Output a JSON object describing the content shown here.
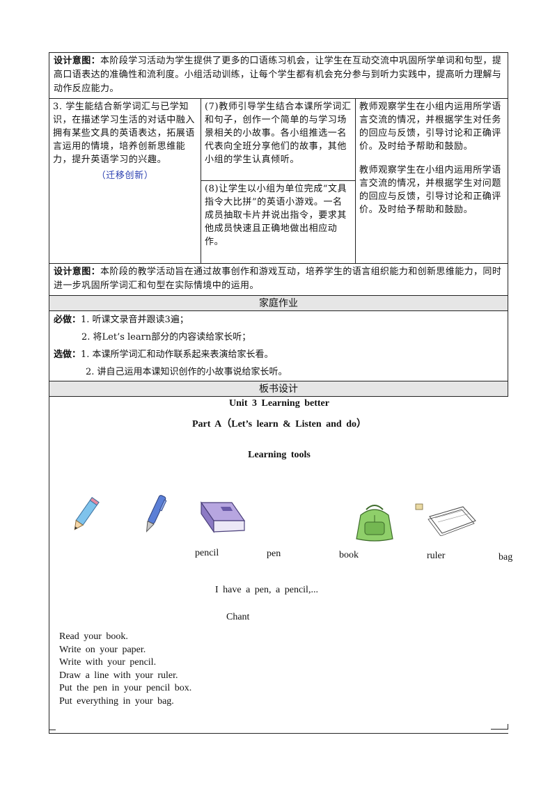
{
  "design_intent_1": {
    "label": "设计意图：",
    "text": "本阶段学习活动为学生提供了更多的口语练习机会，让学生在互动交流中巩固所学单词和句型，提高口语表达的准确性和流利度。小组活动训练，让每个学生都有机会充分参与到听力实践中，提高听力理解与动作反应能力。"
  },
  "activity": {
    "goal": "3. 学生能结合新学词汇与已学知识，在描述学习生活的对话中融入拥有某些文具的英语表达，拓展语言运用的情境，培养创新思维能力，提升英语学习的兴趣。",
    "goal_tag": "（迁移创新）",
    "step7": "(7)教师引导学生结合本课所学词汇和句子，创作一个简单的与学习场景相关的小故事。各小组推选一名代表向全班分享他们的故事，其他小组的学生认真倾听。",
    "step8": "(8)让学生以小组为单位完成“文具指令大比拼”的英语小游戏。一名成员抽取卡片并说出指令，要求其他成员快速且正确地做出相应动作。",
    "eval1": "教师观察学生在小组内运用所学语言交流的情况，并根据学生对任务的回应与反馈，引导讨论和正确评价。及时给予帮助和鼓励。",
    "eval2": "教师观察学生在小组内运用所学语言交流的情况，并根据学生对问题的回应与反馈，引导讨论和正确评价。及时给予帮助和鼓励。"
  },
  "design_intent_2": {
    "label": "设计意图：",
    "text": "本阶段的教学活动旨在通过故事创作和游戏互动，培养学生的语言组织能力和创新思维能力，同时进一步巩固所学词汇和句型在实际情境中的运用。"
  },
  "homework": {
    "title": "家庭作业",
    "required_label": "必做：",
    "required": [
      "1. 听课文录音并跟读3遍；",
      "2. 将Let’s learn部分的内容读给家长听；"
    ],
    "optional_label": "选做：",
    "optional": [
      "1. 本课所学词汇和动作联系起来表演给家长看。",
      "2. 讲自己运用本课知识创作的小故事说给家长听。"
    ]
  },
  "board": {
    "title": "板书设计",
    "unit": "Unit 3 Learning better",
    "part": "Part A（Let’s learn & Listen and do）",
    "subtitle": "Learning tools",
    "tools": [
      "pencil",
      "pen",
      "book",
      "ruler",
      "bag"
    ],
    "sentence": "I have a pen, a pencil,...",
    "chant_title": "Chant",
    "chant": [
      "Read your book.",
      "Write on your paper.",
      "Write with your pencil.",
      "Draw a line with your ruler.",
      "Put the pen in your pencil box.",
      "Put everything in your bag."
    ]
  }
}
